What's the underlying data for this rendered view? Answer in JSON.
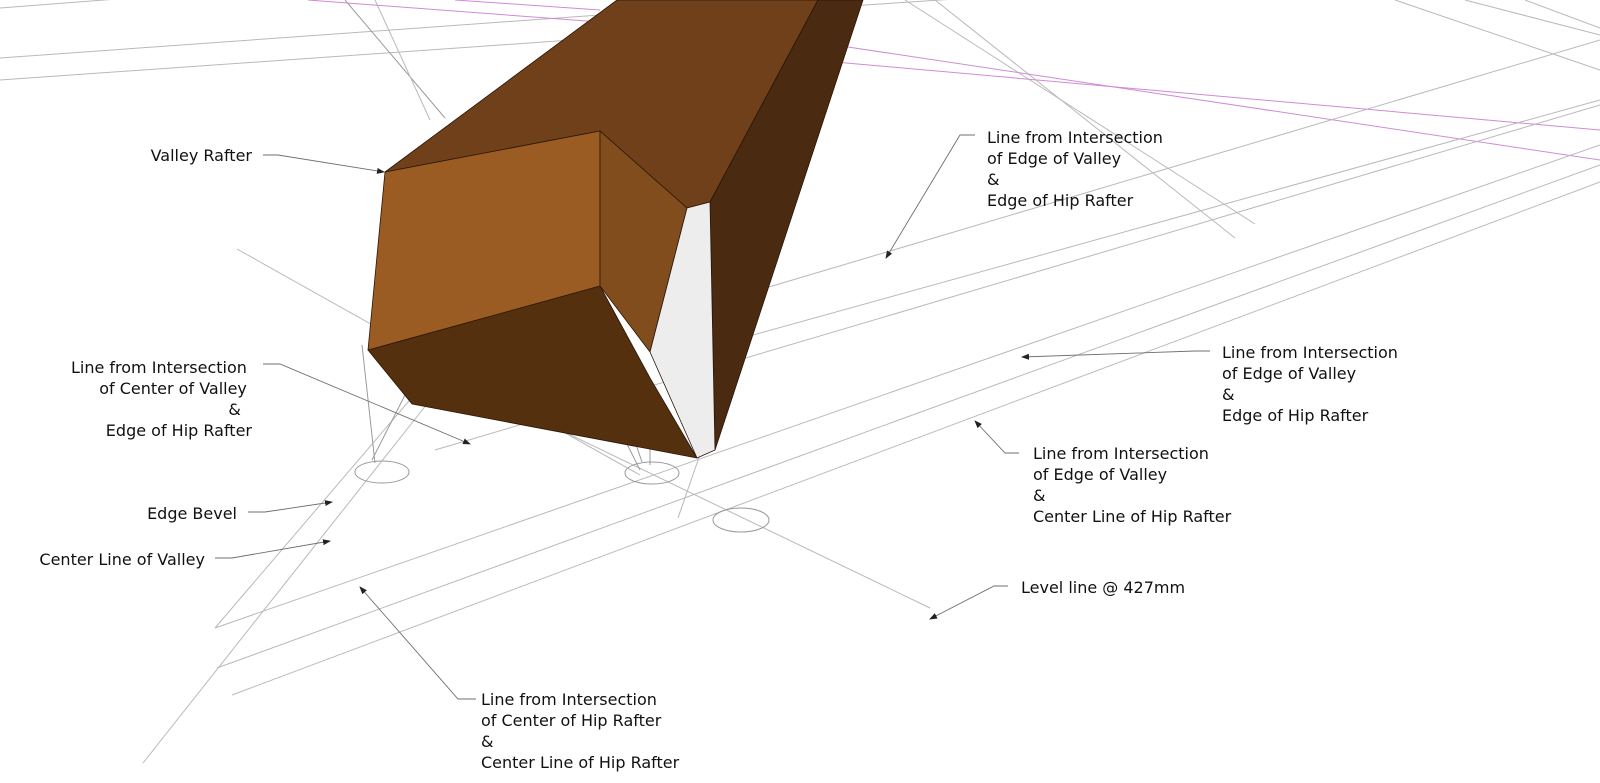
{
  "labels": {
    "valley_rafter": "Valley Rafter",
    "center_valley_edge_hip": [
      "Line from Intersection",
      "of Center of Valley",
      "&",
      "Edge of Hip Rafter"
    ],
    "edge_bevel": "Edge Bevel",
    "center_line_valley": "Center Line of Valley",
    "center_hip_center_line_hip": [
      "Line from Intersection",
      "of Center of Hip Rafter",
      "&",
      "Center Line of Hip Rafter"
    ],
    "edge_valley_edge_hip_top": [
      "Line from Intersection",
      "of Edge of Valley",
      "&",
      "Edge of Hip Rafter"
    ],
    "edge_valley_edge_hip_right": [
      "Line from Intersection",
      "of Edge of Valley",
      "&",
      "Edge of Hip Rafter"
    ],
    "edge_valley_center_hip": [
      "Line from Intersection",
      "of Edge of Valley",
      "&",
      "Center Line of Hip Rafter"
    ],
    "level_line": "Level line @ 427mm"
  },
  "colors": {
    "rafter_top": "#6f4019",
    "rafter_end": "#9a5c22",
    "rafter_cheek": "#824d1d",
    "rafter_side": "#4a2a10",
    "rafter_bottom": "#55300f",
    "bevel_face": "#ededed",
    "guide_line": "#b9b9b9",
    "guide_pink": "#cf8bd6"
  }
}
